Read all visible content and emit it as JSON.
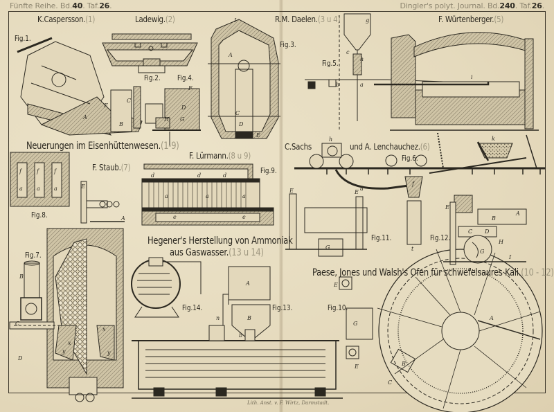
{
  "header": {
    "left": {
      "prefix": "Fünfte Reihe. Bd.",
      "volume": "40",
      "plate_prefix": ". Taf.",
      "plate": "26",
      "suffix": "."
    },
    "right": {
      "prefix": "Dingler's polyt. Journal. Bd.",
      "volume": "240",
      "plate_prefix": ". Taf.",
      "plate": "26",
      "suffix": "."
    }
  },
  "titles": {
    "caspersson": {
      "name": "K.Caspersson.",
      "ref": "(1)"
    },
    "ladewig": {
      "name": "Ladewig.",
      "ref": "(2)"
    },
    "daelen": {
      "name": "R.M. Daelen.",
      "ref": "(3 u 4)"
    },
    "wurtenberger": {
      "name": "F. Würtenberger.",
      "ref": "(5)"
    },
    "neuerungen": {
      "name": "Neuerungen im Eisenhüttenwesen.",
      "ref": "(1-9)"
    },
    "lurmann": {
      "name": "F. Lürmann.",
      "ref": "(8 u 9)"
    },
    "staub": {
      "name": "F. Staub.",
      "ref": "(7)"
    },
    "sachs": {
      "name": "C.Sachs"
    },
    "lenchauchez": {
      "name": "und A. Lenchauchez.",
      "ref": "(6)"
    },
    "hegener_line1": {
      "name": "Hegener's Herstellung von Ammoniak"
    },
    "hegener_line2": {
      "name": "aus Gaswasser.",
      "ref": "(13 u 14)"
    },
    "paese": {
      "name": "Paese, Jones und Walsh's Ofen für schwefelsaures Kali.",
      "ref": "(10 - 12)"
    }
  },
  "figures": [
    "Fig.1.",
    "Fig.2.",
    "Fig.3.",
    "Fig.4.",
    "Fig.5.",
    "Fig.6.",
    "Fig.7.",
    "Fig.8.",
    "Fig.9.",
    "Fig.10.",
    "Fig.11.",
    "Fig.12.",
    "Fig.13.",
    "Fig.14."
  ],
  "letters": [
    "A",
    "B",
    "C",
    "D",
    "E",
    "F",
    "G",
    "H",
    "I",
    "a",
    "b",
    "c",
    "d",
    "e",
    "f",
    "g",
    "h",
    "k",
    "x",
    "y"
  ],
  "credit": "Lith. Anst. v. F. Wirtz, Darmstadt.",
  "colors": {
    "paper": "#e9dfc4",
    "ink": "#2b2820",
    "ref_gray": "#9d967f",
    "hatch": "#8f8672"
  }
}
